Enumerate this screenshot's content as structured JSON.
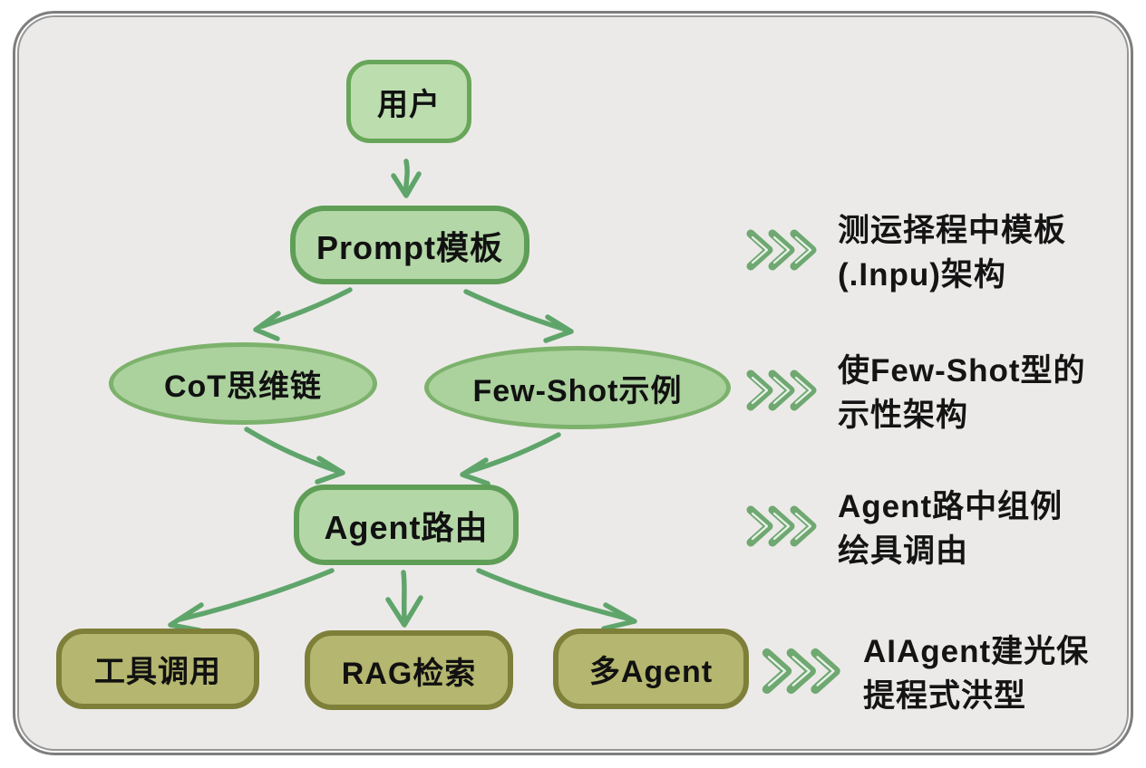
{
  "diagram": {
    "nodes": [
      {
        "id": "user",
        "label": "用户"
      },
      {
        "id": "prompt-template",
        "label": "Prompt模板"
      },
      {
        "id": "cot-chain",
        "label": "CoT思维链"
      },
      {
        "id": "few-shot",
        "label": "Few-Shot示例"
      },
      {
        "id": "agent-router",
        "label": "Agent路由"
      },
      {
        "id": "tool-call",
        "label": "工具调用"
      },
      {
        "id": "rag-retrieval",
        "label": "RAG检索"
      },
      {
        "id": "multi-agent",
        "label": "多Agent"
      }
    ],
    "edges": [
      {
        "from": "user",
        "to": "prompt-template"
      },
      {
        "from": "prompt-template",
        "to": "cot-chain"
      },
      {
        "from": "prompt-template",
        "to": "few-shot"
      },
      {
        "from": "cot-chain",
        "to": "agent-router"
      },
      {
        "from": "few-shot",
        "to": "agent-router"
      },
      {
        "from": "agent-router",
        "to": "tool-call"
      },
      {
        "from": "agent-router",
        "to": "rag-retrieval"
      },
      {
        "from": "agent-router",
        "to": "multi-agent"
      }
    ]
  },
  "annotations": [
    {
      "lines": [
        "测运择程中模板",
        "(.Inpu)架构"
      ]
    },
    {
      "lines": [
        "使Few-Shot型的",
        "示性架构"
      ]
    },
    {
      "lines": [
        "Agent路中组例",
        "绘具调由"
      ]
    },
    {
      "lines": [
        "AIAgent建光保",
        "提程式洪型"
      ]
    }
  ],
  "colors": {
    "background": "#eceae8",
    "frame_border": "#7e7e7e",
    "node_green_fill": "#b4d7a7",
    "node_green_border": "#5f9e57",
    "ellipse_fill": "#abd19d",
    "ellipse_border": "#7cb26c",
    "olive_fill": "#b5b66f",
    "olive_border": "#7e7f39",
    "arrow": "#5fa56b",
    "chevron": "#6fa871",
    "text": "#141414"
  }
}
